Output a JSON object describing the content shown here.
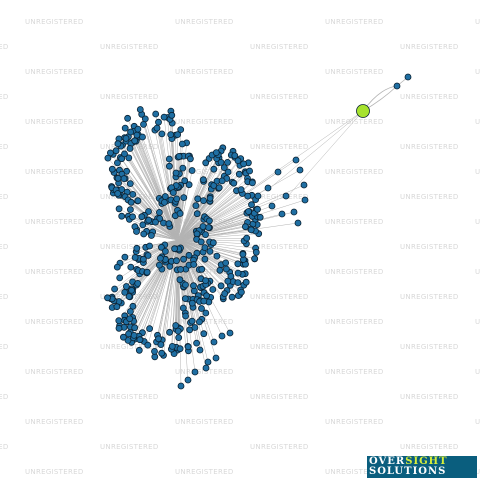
{
  "watermark": {
    "text": "UNREGISTERED"
  },
  "logo": {
    "word1": "OVER",
    "word2": "SIGHT",
    "line2": "SOLUTIONS"
  },
  "colors": {
    "node_fill": "#1f6fa3",
    "node_stroke": "#0b2233",
    "focus_node_fill": "#a6e22e",
    "edge": "#b3b3b3",
    "watermark": "#d8d8d8",
    "logo_bg": "#0a5e7e",
    "logo_accent": "#d7ef3a"
  },
  "diagram": {
    "type": "network-graph",
    "clusters": 3,
    "focus_node": "highlighted-green",
    "hub_node": "central-gray-hub"
  }
}
